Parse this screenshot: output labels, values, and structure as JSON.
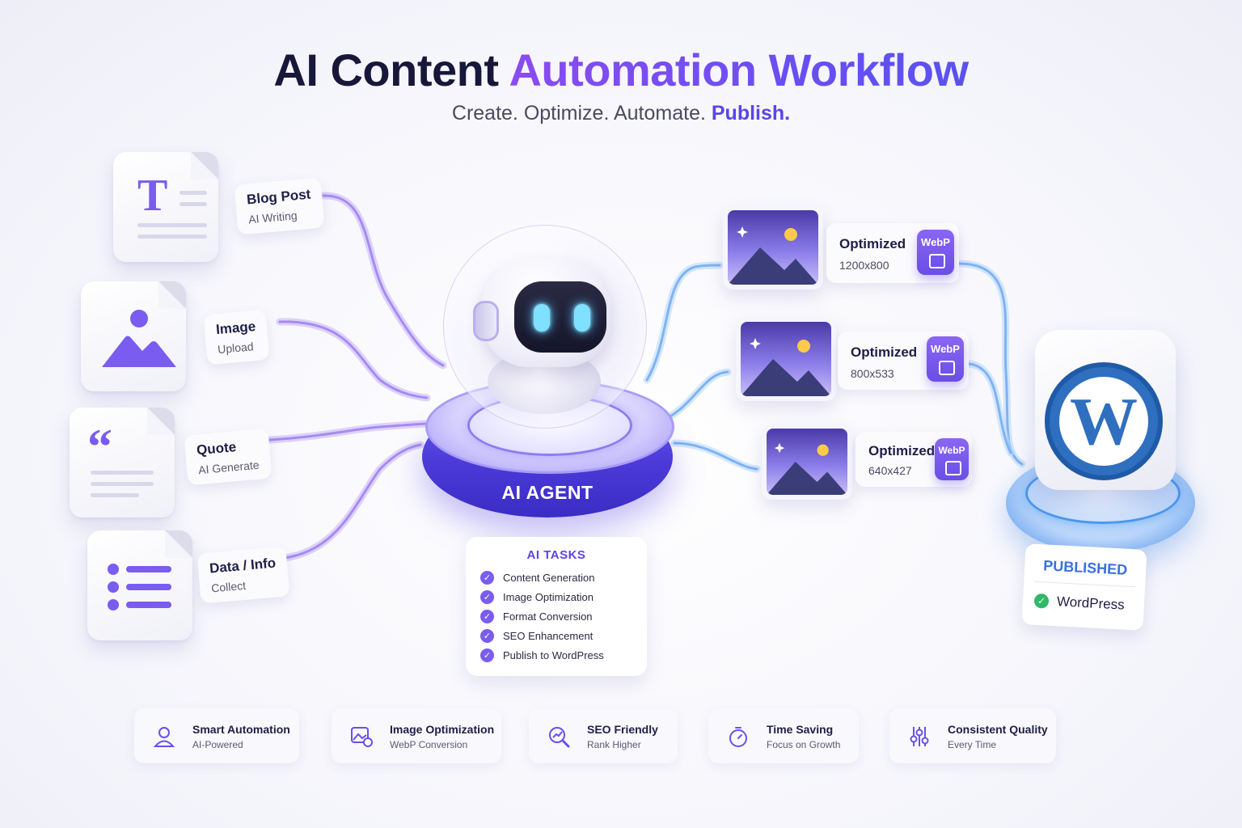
{
  "header": {
    "title_main": "AI Content ",
    "title_accent": "Automation Workflow",
    "subtitle_plain": "Create. Optimize. Automate. ",
    "subtitle_strong": "Publish."
  },
  "inputs": [
    {
      "title": "Blog Post",
      "subtitle": "AI Writing",
      "glyph": "T"
    },
    {
      "title": "Image",
      "subtitle": "Upload",
      "glyph": "image-icon"
    },
    {
      "title": "Quote",
      "subtitle": "AI Generate",
      "glyph": "“"
    },
    {
      "title": "Data / Info",
      "subtitle": "Collect",
      "glyph": "list-icon"
    }
  ],
  "agent": {
    "label": "AI AGENT",
    "tasks_title": "AI TASKS",
    "tasks": [
      "Content Generation",
      "Image Optimization",
      "Format Conversion",
      "SEO Enhancement",
      "Publish to WordPress"
    ]
  },
  "outputs": [
    {
      "title": "Optimized",
      "size": "1200x800",
      "format": "WebP"
    },
    {
      "title": "Optimized",
      "size": "800x533",
      "format": "WebP"
    },
    {
      "title": "Optimized",
      "size": "640x427",
      "format": "WebP"
    }
  ],
  "publish": {
    "status": "PUBLISHED",
    "platform": "WordPress",
    "logo_letter": "W"
  },
  "features": [
    {
      "title": "Smart Automation",
      "subtitle": "AI-Powered",
      "icon": "user-icon"
    },
    {
      "title": "Image Optimization",
      "subtitle": "WebP Conversion",
      "icon": "image-settings-icon"
    },
    {
      "title": "SEO Friendly",
      "subtitle": "Rank Higher",
      "icon": "search-chart-icon"
    },
    {
      "title": "Time Saving",
      "subtitle": "Focus on Growth",
      "icon": "stopwatch-icon"
    },
    {
      "title": "Consistent Quality",
      "subtitle": "Every Time",
      "icon": "sliders-icon"
    }
  ],
  "colors": {
    "accent": "#6a4ef2",
    "wire_purple": "#b39af6",
    "wire_blue": "#8fc1f7",
    "wordpress": "#2f6fbf"
  }
}
